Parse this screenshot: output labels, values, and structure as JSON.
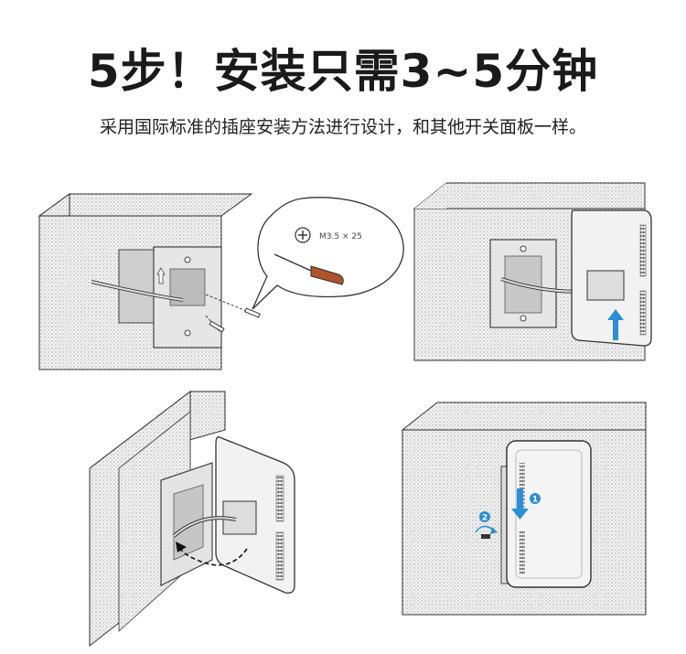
{
  "header": {
    "title": "5步！安装只需3~5分钟",
    "subtitle": "采用国际标准的插座安装方法进行设计，和其他开关面板一样。"
  },
  "steps": {
    "step1": {
      "screw_label": "M3.5 × 25"
    },
    "step4": {
      "badge_1": "1",
      "badge_2": "2"
    }
  },
  "colors": {
    "arrow_blue": "#2a8fd6",
    "screwdriver_handle": "#b0532a",
    "wall_texture": "#d9d9d9"
  }
}
